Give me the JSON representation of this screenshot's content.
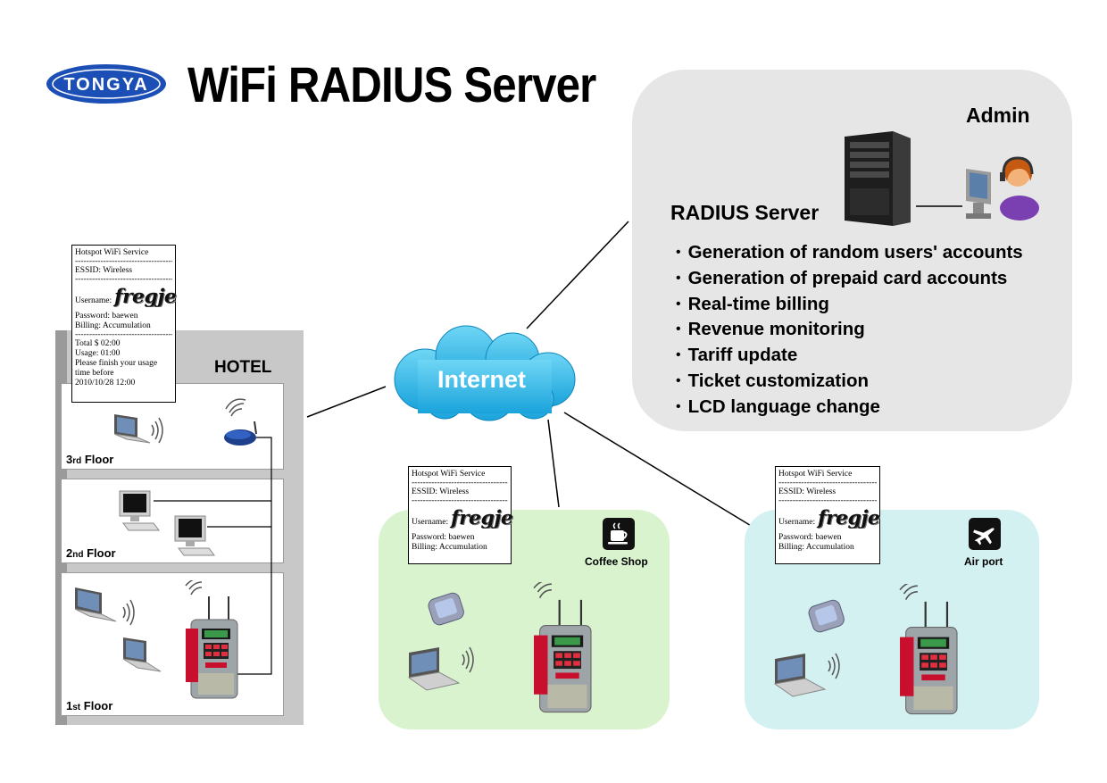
{
  "header": {
    "logo_text": "TONGYA",
    "title": "WiFi RADIUS Server"
  },
  "colors": {
    "logo_blue": "#1c4fb5",
    "cloud_blue": "#27b5e8",
    "server_panel": "#e6e6e6",
    "coffee_panel": "#d9f3cf",
    "airport_panel": "#d3f1f1",
    "kiosk_red": "#c8102e"
  },
  "server_panel": {
    "admin_label": "Admin",
    "server_label": "RADIUS Server",
    "features": [
      "Generation of random users' accounts",
      "Generation of prepaid card accounts",
      "Real-time billing",
      "Revenue monitoring",
      "Tariff update",
      "Ticket customization",
      "LCD language change"
    ],
    "icons": [
      "server-tower-icon",
      "admin-workstation-icon"
    ]
  },
  "internet": {
    "label": "Internet"
  },
  "hotel": {
    "label": "HOTEL",
    "floors": [
      {
        "ordinal": "3",
        "suffix": "rd",
        "name": "Floor"
      },
      {
        "ordinal": "2",
        "suffix": "nd",
        "name": "Floor"
      },
      {
        "ordinal": "1",
        "suffix": "st",
        "name": "Floor"
      }
    ]
  },
  "locations": {
    "coffee_shop": {
      "label": "Coffee Shop",
      "icon": "coffee-cup-icon"
    },
    "airport": {
      "label": "Air port",
      "icon": "airplane-icon"
    }
  },
  "tickets": {
    "hotel": {
      "service": "Hotspot WiFi Service",
      "dashes": "----------------------------------------",
      "essid": "ESSID: Wireless",
      "username_label": "Username:",
      "username": "fregje",
      "password": "Password: baewen",
      "billing": "Billing: Accumulation",
      "total": "Total $ 02:00",
      "usage": "Usage: 01:00",
      "note1": "Please finish your usage",
      "note2": "time before",
      "deadline": "2010/10/28 12:00"
    },
    "coffee": {
      "service": "Hotspot WiFi Service",
      "dashes": "----------------------------------------",
      "essid": "ESSID: Wireless",
      "username_label": "Username:",
      "username": "fregje",
      "password": "Password: baewen",
      "billing": "Billing: Accumulation"
    },
    "airport": {
      "service": "Hotspot WiFi Service",
      "dashes": "----------------------------------------",
      "essid": "ESSID: Wireless",
      "username_label": "Username:",
      "username": "fregje",
      "password": "Password: baewen",
      "billing": "Billing: Accumulation"
    }
  }
}
